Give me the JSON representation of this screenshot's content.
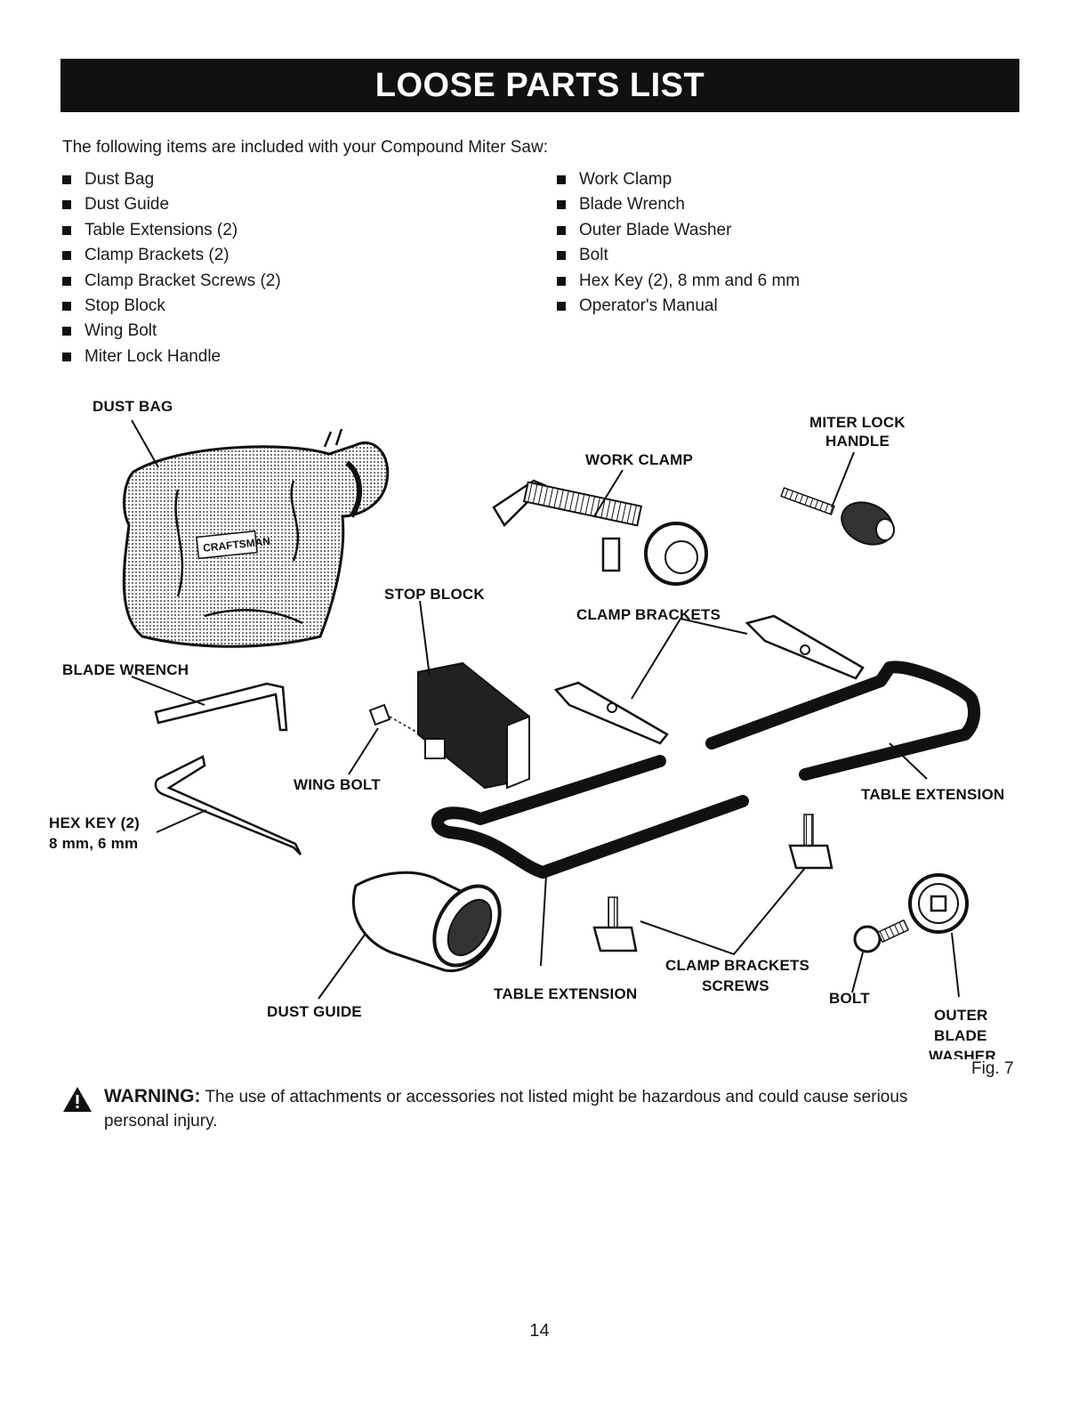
{
  "header": {
    "title": "LOOSE PARTS LIST"
  },
  "intro": "The following items are included with your Compound Miter Saw:",
  "parts_left": [
    "Dust Bag",
    "Dust Guide",
    "Table Extensions (2)",
    "Clamp Brackets (2)",
    "Clamp Bracket Screws (2)",
    "Stop Block",
    "Wing Bolt",
    "Miter Lock Handle"
  ],
  "parts_right": [
    "Work Clamp",
    "Blade Wrench",
    "Outer Blade Washer",
    "Bolt",
    "Hex Key (2), 8 mm and 6 mm",
    "Operator's Manual"
  ],
  "figure": {
    "labels": {
      "dust_bag": "DUST BAG",
      "miter_lock_1": "MITER LOCK",
      "miter_lock_2": "HANDLE",
      "work_clamp": "WORK CLAMP",
      "stop_block": "STOP BLOCK",
      "clamp_brackets": "CLAMP BRACKETS",
      "blade_wrench": "BLADE WRENCH",
      "wing_bolt": "WING BOLT",
      "table_extension_right": "TABLE EXTENSION",
      "hex_key_1": "HEX KEY (2)",
      "hex_key_2": "8 mm, 6 mm",
      "clamp_screws_1": "CLAMP BRACKETS",
      "clamp_screws_2": "SCREWS",
      "table_extension_bottom": "TABLE EXTENSION",
      "bolt": "BOLT",
      "outer_1": "OUTER",
      "outer_2": "BLADE",
      "outer_3": "WASHER",
      "dust_guide": "DUST GUIDE",
      "bag_brand": "CRAFTSMAN"
    },
    "fig_number": "Fig. 7"
  },
  "warning": {
    "word": "WARNING:",
    "text_line1": "The use of attachments or accessories not listed might be hazardous and could cause serious",
    "text_line2": "personal injury."
  },
  "page_number": "14",
  "colors": {
    "ink": "#111111",
    "paper": "#ffffff",
    "fill_gray": "#c8c8c8"
  }
}
